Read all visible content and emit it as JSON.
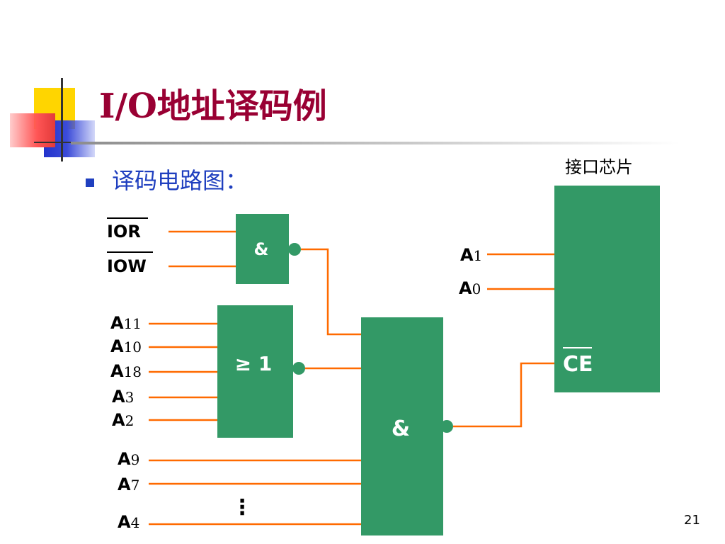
{
  "slide": {
    "title": "I/O地址译码例",
    "bullet": "译码电路图：",
    "chip_caption": "接口芯片",
    "page_number": "21",
    "colors": {
      "title": "#990033",
      "bullet": "#1f3fbf",
      "gate": "#339966",
      "wire": "#ff6a00"
    }
  },
  "diagram": {
    "gates": {
      "and_top": "&",
      "or_gate": "≥ 1",
      "and_main": "&"
    },
    "chip": {
      "ce_label": "CE"
    },
    "signals": {
      "ior": "IOR",
      "iow": "IOW",
      "a1": {
        "main": "A",
        "sub": "1"
      },
      "a0": {
        "main": "A",
        "sub": "0"
      },
      "a11": {
        "main": "A",
        "sub": "11"
      },
      "a10": {
        "main": "A",
        "sub": "10"
      },
      "a18": {
        "main": "A",
        "sub": "18"
      },
      "a3": {
        "main": "A",
        "sub": "3"
      },
      "a2": {
        "main": "A",
        "sub": "2"
      },
      "a9": {
        "main": "A",
        "sub": "9"
      },
      "a7": {
        "main": "A",
        "sub": "7"
      },
      "a4": {
        "main": "A",
        "sub": "4"
      }
    },
    "ellipsis": "⋮"
  }
}
